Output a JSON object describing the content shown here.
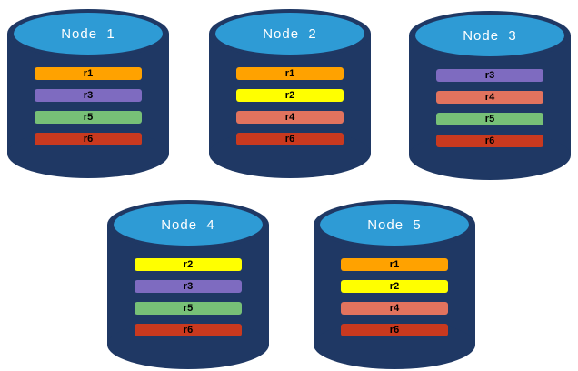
{
  "diagram": {
    "type": "replica-distribution",
    "colors": {
      "cylinder_body": "#1F3864",
      "cylinder_top": "#2E9BD5",
      "node_label_text": "#FFFFFF",
      "replica_label_text": "#000000",
      "r1": "#FFA200",
      "r2": "#FFFF00",
      "r3": "#7E6BC0",
      "r4": "#E2735E",
      "r5": "#77C077",
      "r6": "#C9391F"
    },
    "nodes": [
      {
        "label": "Node  1",
        "replicas": [
          {
            "id": "r1",
            "color": "#FFA200"
          },
          {
            "id": "r3",
            "color": "#7E6BC0"
          },
          {
            "id": "r5",
            "color": "#77C077"
          },
          {
            "id": "r6",
            "color": "#C9391F"
          }
        ]
      },
      {
        "label": "Node  2",
        "replicas": [
          {
            "id": "r1",
            "color": "#FFA200"
          },
          {
            "id": "r2",
            "color": "#FFFF00"
          },
          {
            "id": "r4",
            "color": "#E2735E"
          },
          {
            "id": "r6",
            "color": "#C9391F"
          }
        ]
      },
      {
        "label": "Node  3",
        "replicas": [
          {
            "id": "r3",
            "color": "#7E6BC0"
          },
          {
            "id": "r4",
            "color": "#E2735E"
          },
          {
            "id": "r5",
            "color": "#77C077"
          },
          {
            "id": "r6",
            "color": "#C9391F"
          }
        ]
      },
      {
        "label": "Node  4",
        "replicas": [
          {
            "id": "r2",
            "color": "#FFFF00"
          },
          {
            "id": "r3",
            "color": "#7E6BC0"
          },
          {
            "id": "r5",
            "color": "#77C077"
          },
          {
            "id": "r6",
            "color": "#C9391F"
          }
        ]
      },
      {
        "label": "Node  5",
        "replicas": [
          {
            "id": "r1",
            "color": "#FFA200"
          },
          {
            "id": "r2",
            "color": "#FFFF00"
          },
          {
            "id": "r4",
            "color": "#E2735E"
          },
          {
            "id": "r6",
            "color": "#C9391F"
          }
        ]
      }
    ]
  }
}
